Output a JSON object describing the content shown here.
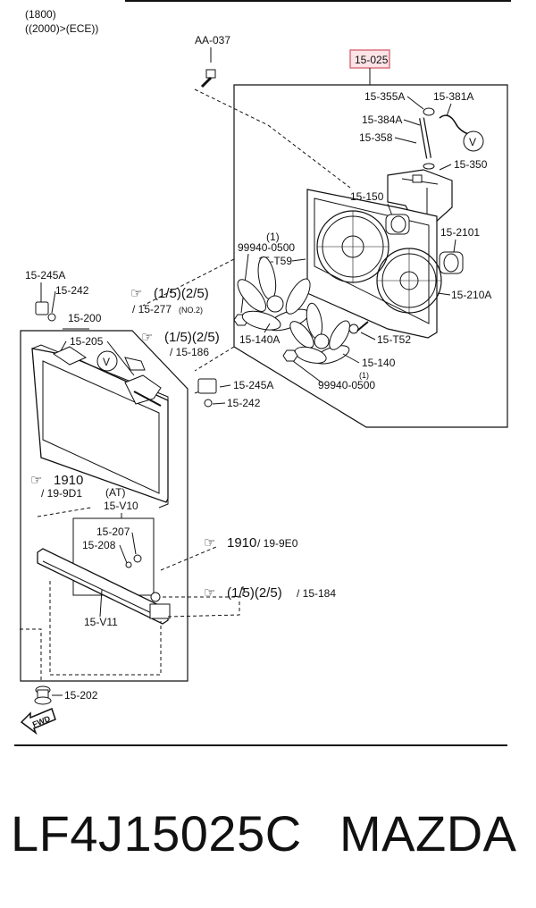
{
  "header": {
    "line1": "(1800)",
    "line2": "((2000)>(ECE))"
  },
  "highlight": {
    "part_code": "15-025",
    "box_color": "#e8a0a8"
  },
  "labels": {
    "aa037": "AA-037",
    "p15_355A": "15-355A",
    "p15_381A": "15-381A",
    "p15_384A": "15-384A",
    "p15_358": "15-358",
    "p15_350": "15-350",
    "p15_150": "15-150",
    "p15_2101": "15-2101",
    "p99940_top_qty": "(1)",
    "p99940_top": "99940-0500",
    "p15_T59": "15-T59",
    "p15_210A": "15-210A",
    "p15_140A": "15-140A",
    "p15_T52": "15-T52",
    "p15_140": "15-140",
    "p99940_bot_qty": "(1)",
    "p99940_bot": "99940-0500",
    "p15_245A_left": "15-245A",
    "p15_242_left": "15-242",
    "p15_200": "15-200",
    "p15_205": "15-205",
    "p15_245A_right": "15-245A",
    "p15_242_right": "15-242",
    "at_note": "(AT)",
    "p15_V10": "15-V10",
    "p15_207": "15-207",
    "p15_208": "15-208",
    "p15_V11": "15-V11",
    "p15_202": "15-202",
    "fwd": "FWD"
  },
  "references": {
    "ref1_main": "(1/5)(2/5)",
    "ref1_sub": "/ 15-277",
    "ref1_note": "(NO.2)",
    "ref2_main": "(1/5)(2/5)",
    "ref2_sub": "/ 15-186",
    "ref3_main": "1910",
    "ref3_sub": "/ 19-9D1",
    "ref4_main": "1910",
    "ref4_sub": "/ 19-9E0",
    "ref5_main": "(1/5)(2/5)",
    "ref5_sub": "/ 15-184"
  },
  "circle_marker": "V",
  "footer": {
    "part_number": "LF4J15025C",
    "brand": "MAZDA"
  }
}
